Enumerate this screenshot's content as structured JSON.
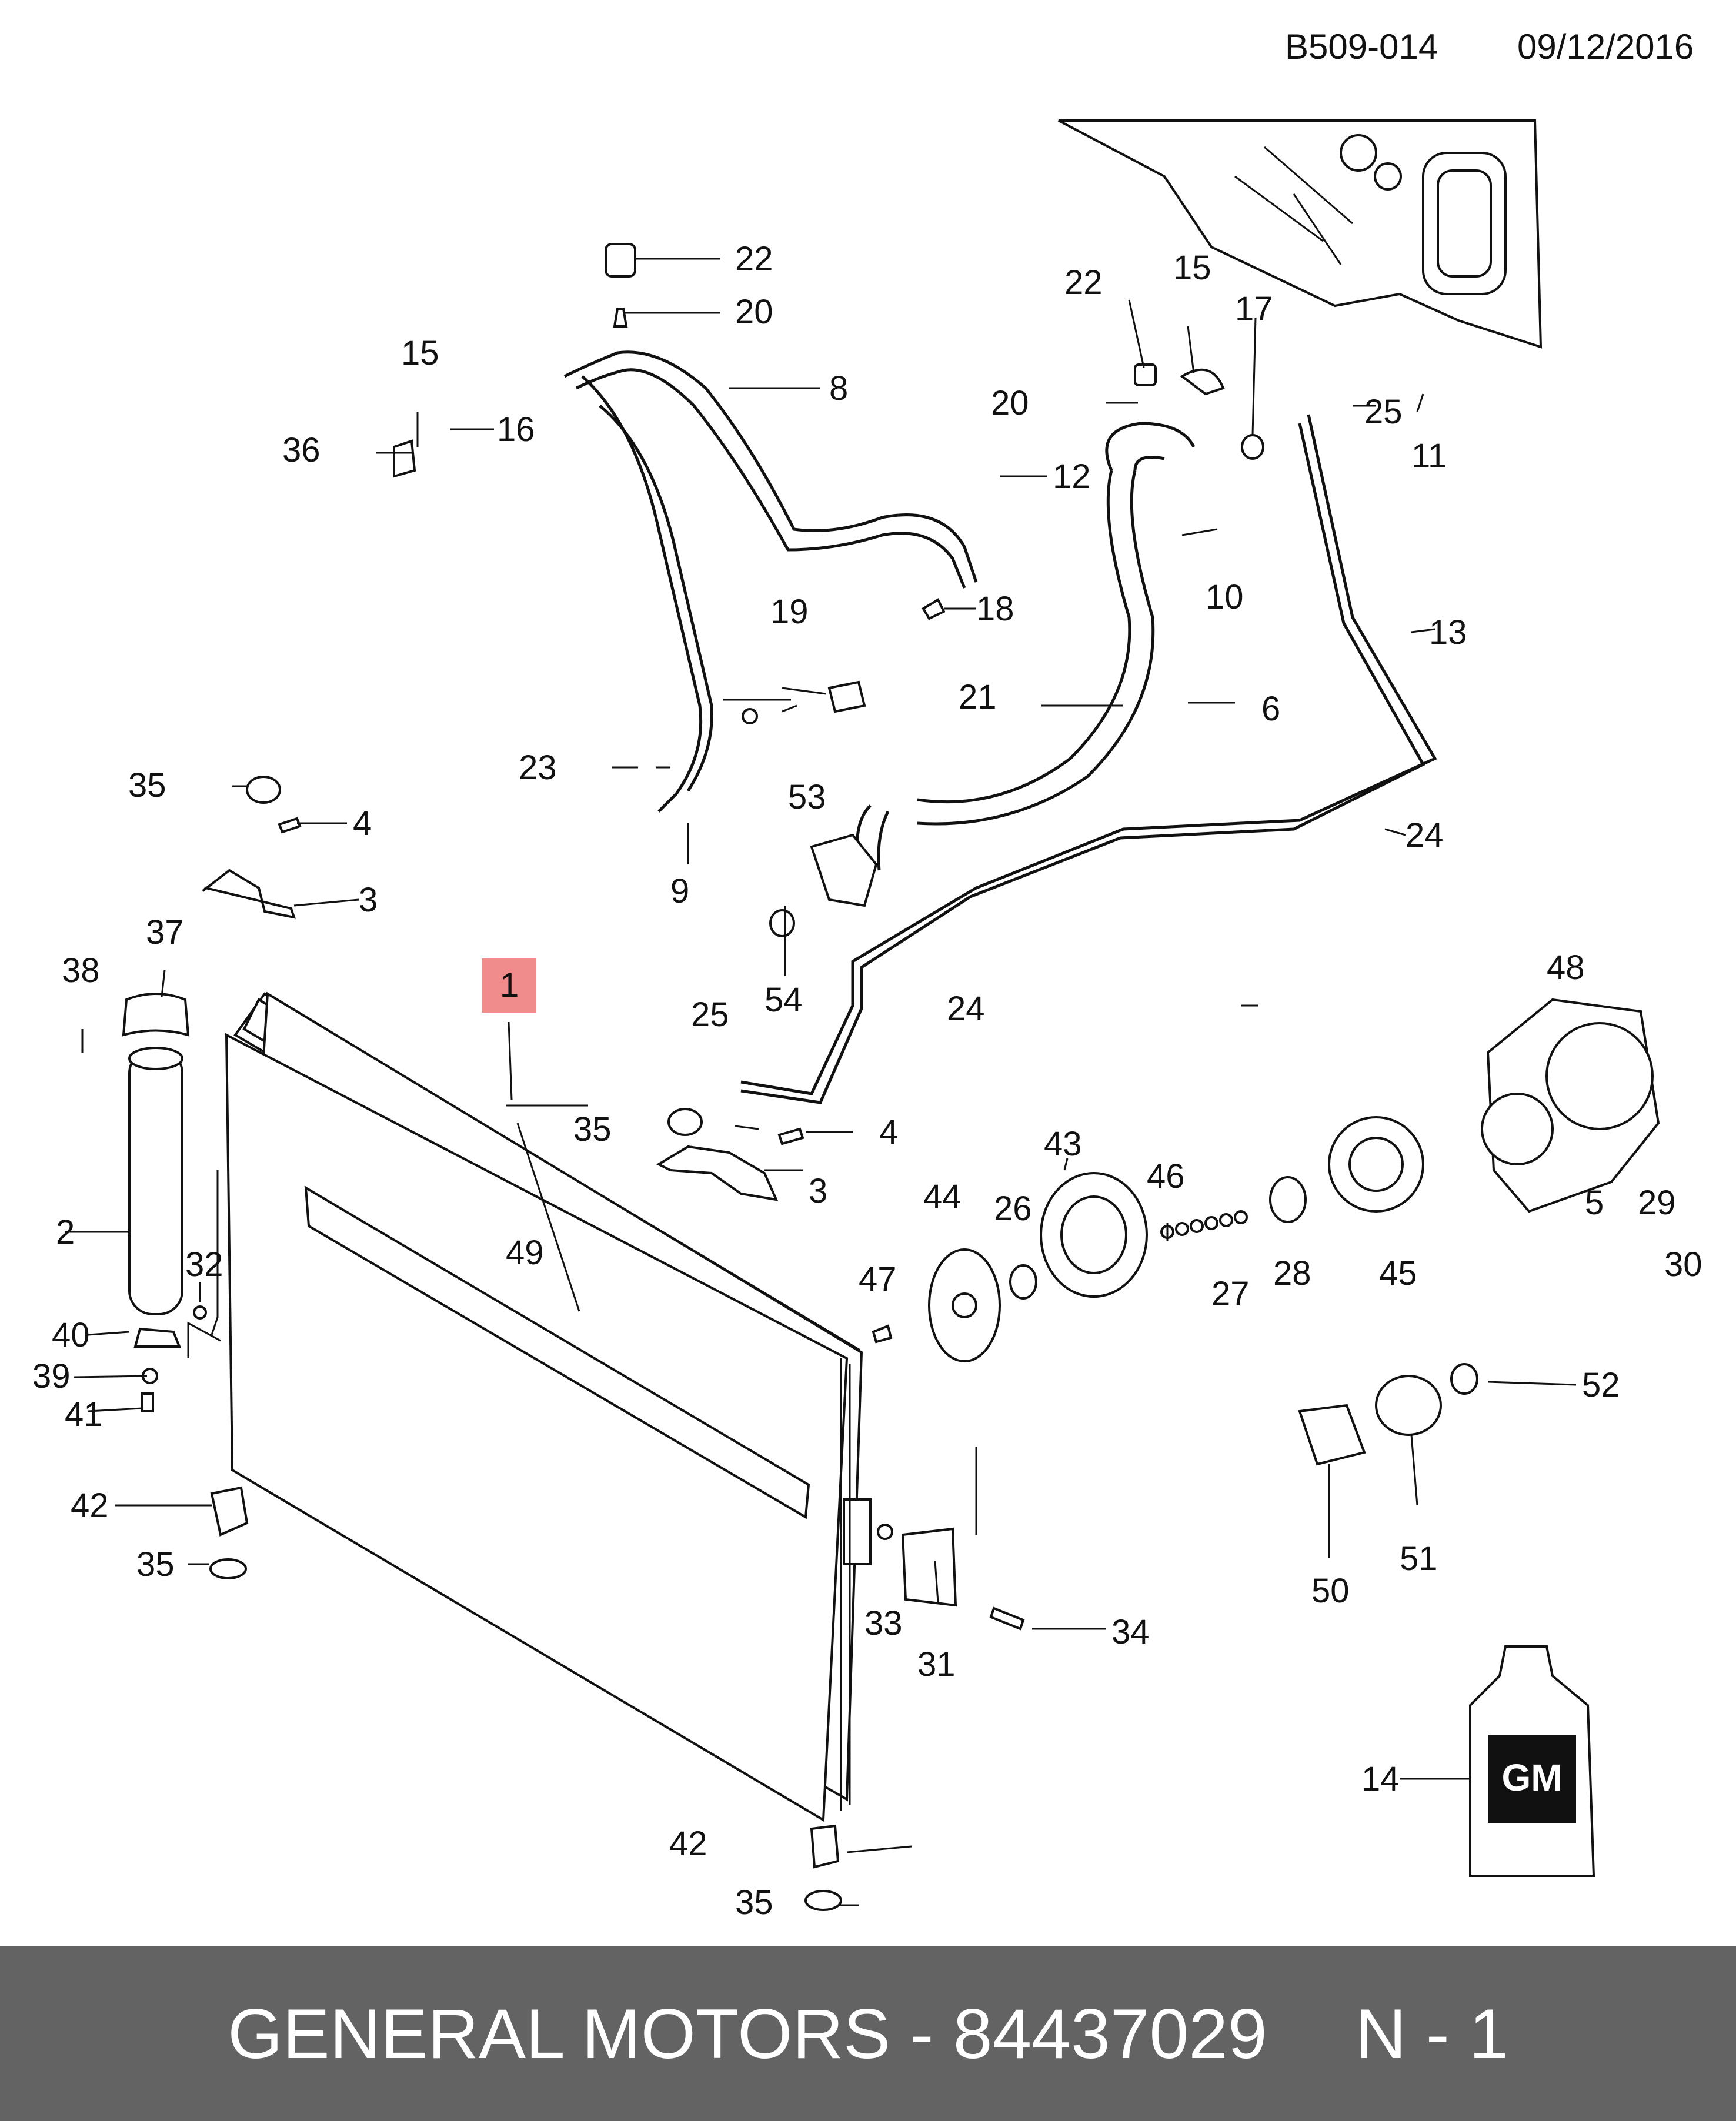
{
  "header": {
    "diagram_code": "B509-014",
    "date": "09/12/2016"
  },
  "callouts": [
    "22",
    "20",
    "8",
    "15",
    "16",
    "36",
    "22",
    "15",
    "17",
    "20",
    "25",
    "11",
    "12",
    "10",
    "18",
    "19",
    "21",
    "6",
    "13",
    "35",
    "4",
    "3",
    "23",
    "53",
    "9",
    "24",
    "54",
    "37",
    "38",
    "25",
    "24",
    "1",
    "48",
    "35",
    "4",
    "3",
    "2",
    "32",
    "43",
    "46",
    "44",
    "26",
    "47",
    "49",
    "5",
    "29",
    "30",
    "40",
    "39",
    "41",
    "27",
    "28",
    "45",
    "52",
    "42",
    "35",
    "33",
    "31",
    "34",
    "50",
    "51",
    "14",
    "42",
    "35"
  ],
  "highlight_part": "1",
  "oil_bottle_logo": "GM",
  "footer": {
    "manufacturer_part": "GENERAL MOTORS - 84437029",
    "sheet": "N - 1"
  }
}
